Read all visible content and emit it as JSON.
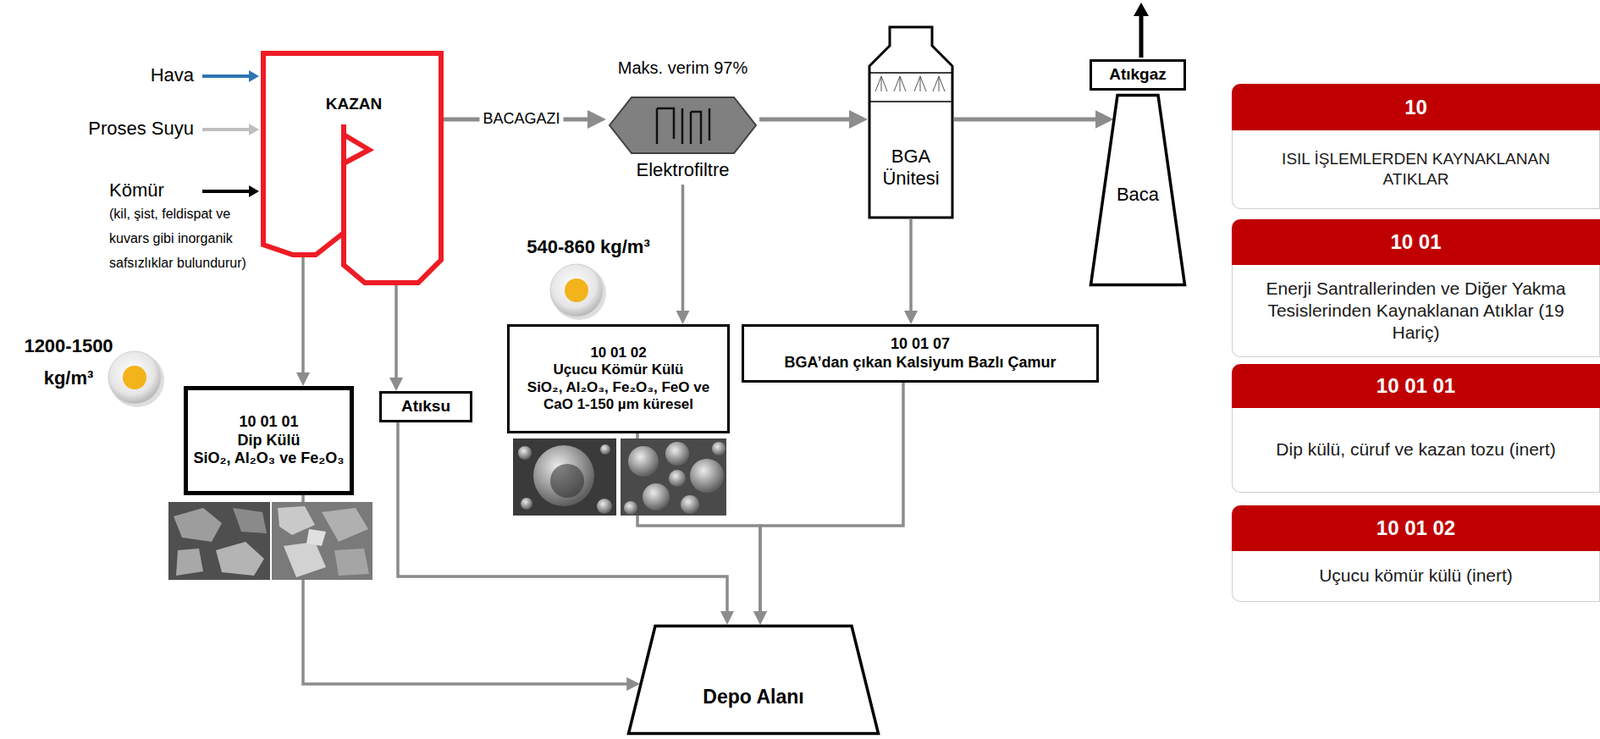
{
  "diagram": {
    "nodes": [
      {
        "text": [
          "KAZAN"
        ]
      },
      {
        "text": [
          "Maks. verim 97%",
          "Elektrofiltre"
        ]
      },
      {
        "text": [
          "BGA Ünitesi"
        ]
      },
      {
        "text": [
          "Atıkgaz"
        ]
      },
      {
        "text": [
          "Baca"
        ]
      },
      {
        "text": [
          "10",
          "ISIL İŞLEMLERDEN KAYNAKLANAN ATIKLAR"
        ]
      },
      {
        "text": [
          "10 01",
          "Enerji Santrallerinden ve Diğer Yakma Tesislerinden Kaynaklanan Atıklar (19 Hariç)"
        ]
      },
      {
        "text": [
          "10 01 01",
          "Dip külü, cüruf ve kazan tozu (inert)"
        ]
      },
      {
        "text": [
          "10 01 02",
          "Uçucu kömür külü (inert)"
        ]
      },
      {
        "text": [
          "10 01 02",
          "Uçucu Kömür Külü",
          "SiO₂, Al₂O₃, Fe₂O₃, FeO ve CaO 1-150 µm küresel"
        ]
      },
      {
        "text": [
          "10 01 07",
          "BGA’dan çıkan Kalsiyum Bazlı Çamur"
        ]
      },
      {
        "text": [
          "10 01 01",
          "Dip Külü",
          "SiO₂, Al₂O₃ ve Fe₂O₃"
        ]
      },
      {
        "text": [
          "Atıksu"
        ]
      },
      {
        "text": [
          "Depo Alanı"
        ]
      }
    ],
    "edges": [
      {
        "from": 0,
        "to": 11,
        "arrow": "to"
      },
      {
        "from": 0,
        "to": 12,
        "arrow": "to"
      },
      {
        "from": 0,
        "to": 1,
        "label": "BACAGAZI",
        "arrow": "to"
      },
      {
        "from": 1,
        "to": 2,
        "arrow": "to"
      },
      {
        "from": 1,
        "to": 9,
        "arrow": "to"
      },
      {
        "from": 2,
        "to": 4,
        "arrow": "to"
      },
      {
        "from": 2,
        "to": 10,
        "arrow": "to"
      },
      {
        "from": 11,
        "to": 13,
        "arrow": "to"
      },
      {
        "from": 12,
        "to": 13,
        "arrow": "to"
      },
      {
        "from": 9,
        "to": 13,
        "arrow": "to"
      },
      {
        "from": 10,
        "to": 13,
        "arrow": "to"
      }
    ],
    "labels": [
      "Hava",
      "Proses Suyu",
      "Kömür",
      "(kil, şist, feldispat ve kuvars gibi inorganik safsızlıklar bulundurur)",
      "1200-1500 kg/m³",
      "540-860 kg/m³"
    ]
  }
}
